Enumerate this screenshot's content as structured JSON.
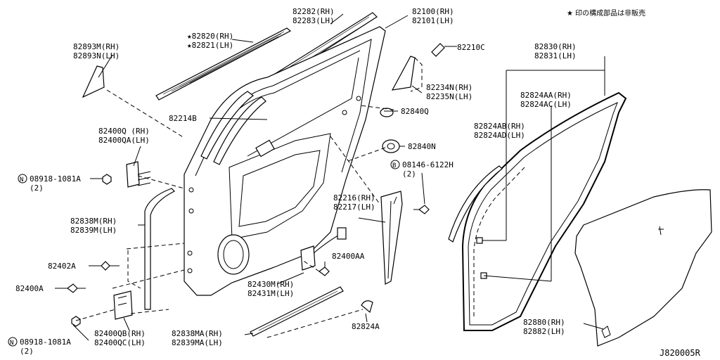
{
  "note": "★ 印の構成部品は非販売",
  "diagram_code": "J820005R",
  "labels": {
    "p82282": "82282(RH)",
    "p82283": "82283(LH)",
    "p82100": "82100(RH)",
    "p82101": "82101(LH)",
    "p82820": "★82820(RH)",
    "p82821": "★82821(LH)",
    "p82893m": "82893M(RH)",
    "p82893n": "82893N(LH)",
    "p82210c": "82210C",
    "p82830": "82830(RH)",
    "p82831": "82831(LH)",
    "p82234n": "82234N(RH)",
    "p82235n": "82235N(LH)",
    "p82824aa": "82824AA(RH)",
    "p82824ac": "82824AC(LH)",
    "p82214b": "82214B",
    "p82840q": "82840Q",
    "p82824ab": "82824AB(RH)",
    "p82824ad": "82824AD(LH)",
    "p82400q": "82400Q (RH)",
    "p82400qa": "82400QA(LH)",
    "p82840n": "82840N",
    "bolt_b": "B",
    "p08146": "08146-6122H",
    "p08146_qty": "(2)",
    "nut_n1": "N",
    "p08918_1": "08918-1081A",
    "p08918_1_qty": "(2)",
    "p82216": "82216(RH)",
    "p82217": "82217(LH)",
    "p82838m": "82838M(RH)",
    "p82839m": "82839M(LH)",
    "p82400aa": "82400AA",
    "p82402a": "82402A",
    "p82430m": "82430M(RH)",
    "p82431m": "82431M(LH)",
    "p82400a": "82400A",
    "p82824a": "82824A",
    "p82880": "82880(RH)",
    "p82882": "82882(LH)",
    "nut_n2": "N",
    "p08918_2": "08918-1081A",
    "p08918_2_qty": "(2)",
    "p82400qb": "82400QB(RH)",
    "p82400qc": "82400QC(LH)",
    "p82838ma": "82838MA(RH)",
    "p82839ma": "82839MA(LH)"
  }
}
